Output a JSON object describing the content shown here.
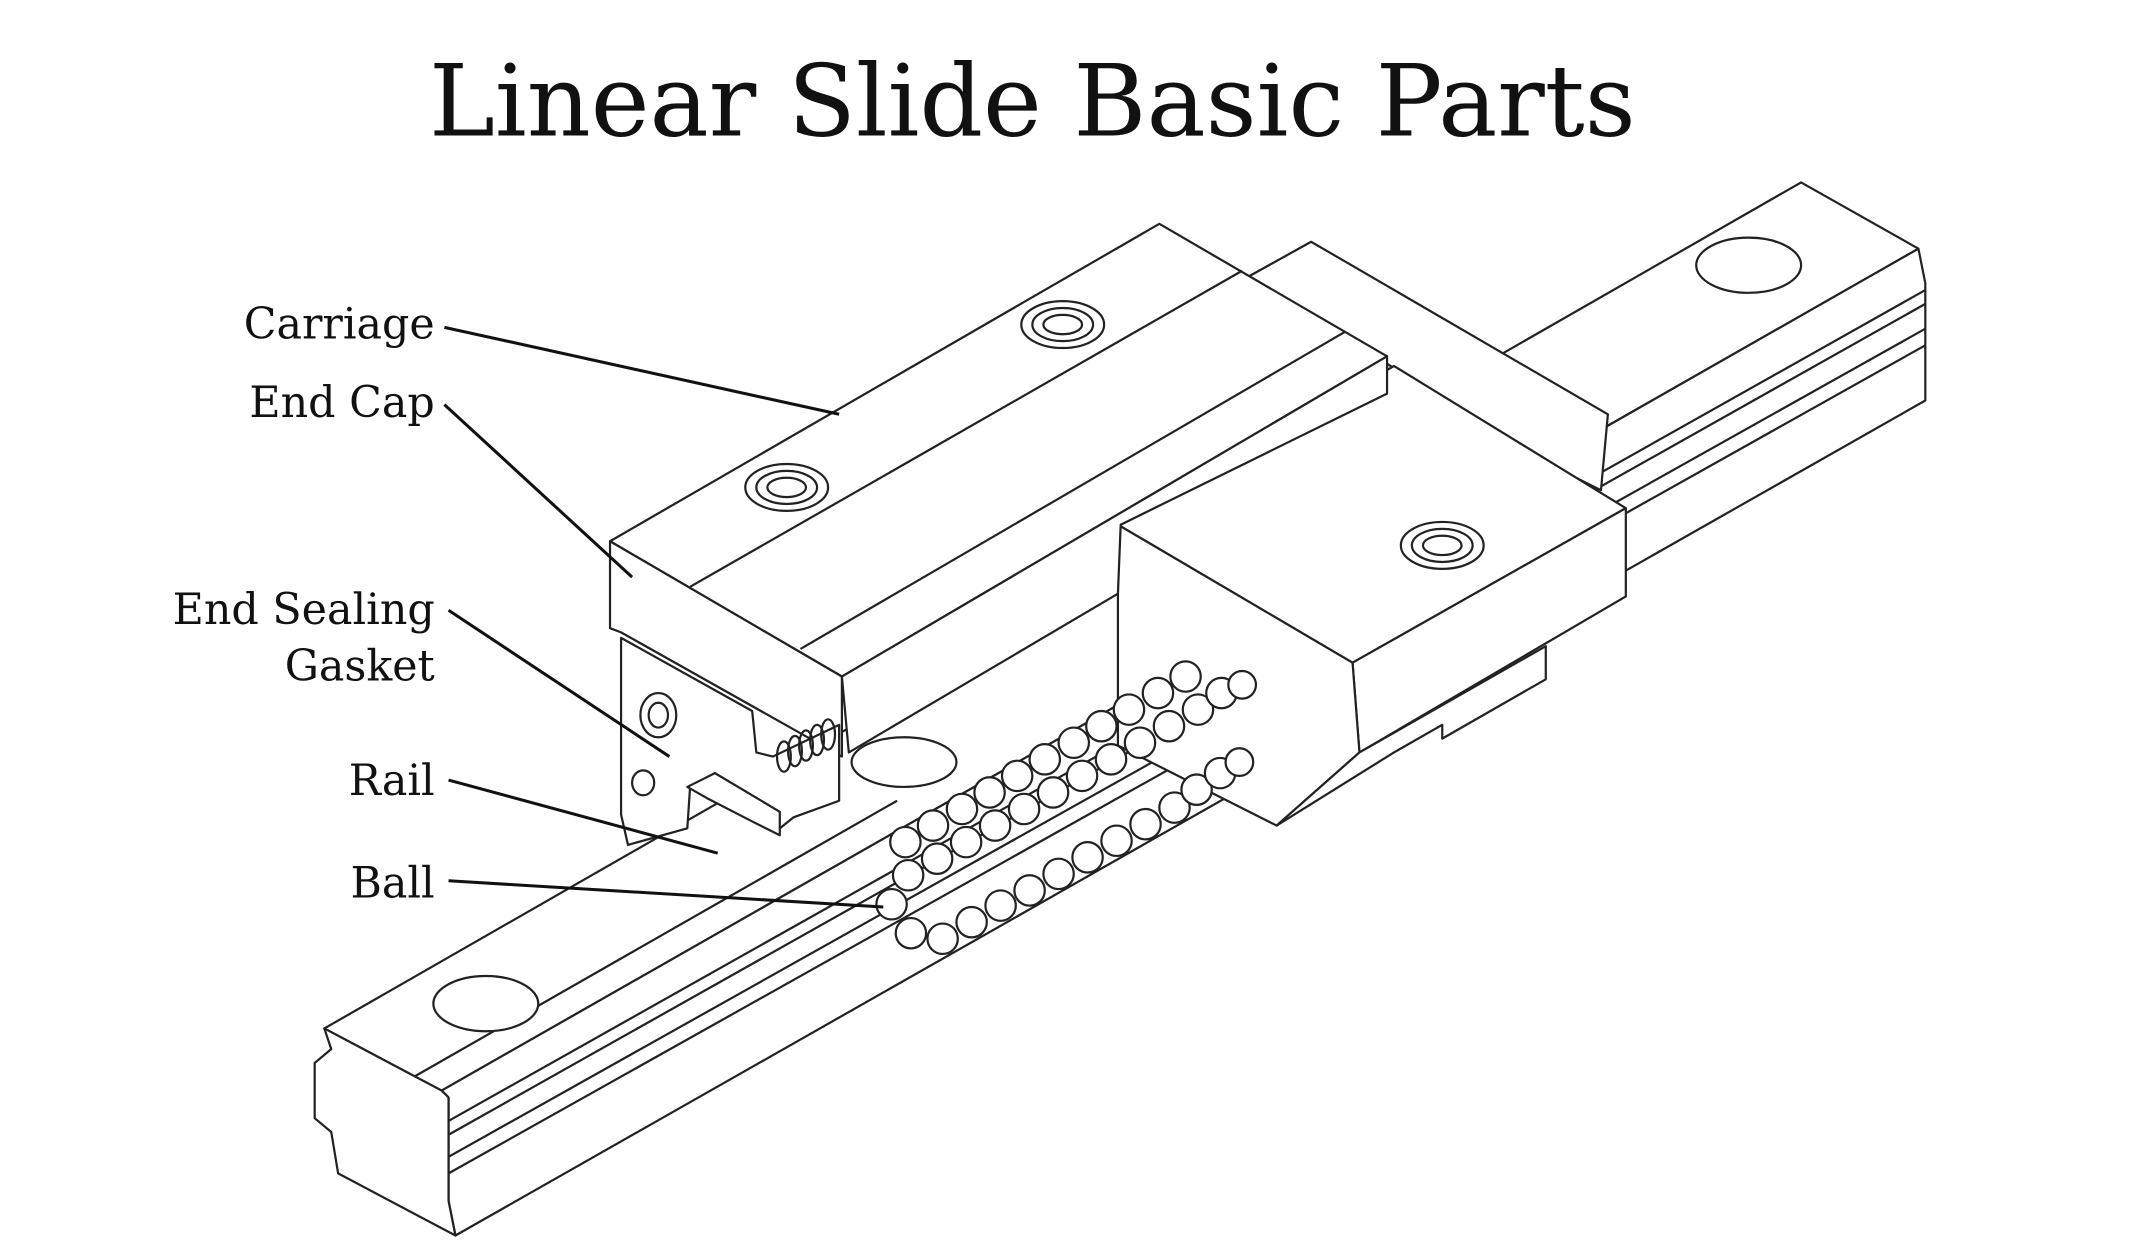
{
  "title": "Linear Slide Basic Parts",
  "labels": {
    "carriage": "Carriage",
    "end_cap": "End Cap",
    "end_sealing_gasket_line1": "End Sealing",
    "end_sealing_gasket_line2": "Gasket",
    "rail": "Rail",
    "ball": "Ball"
  }
}
